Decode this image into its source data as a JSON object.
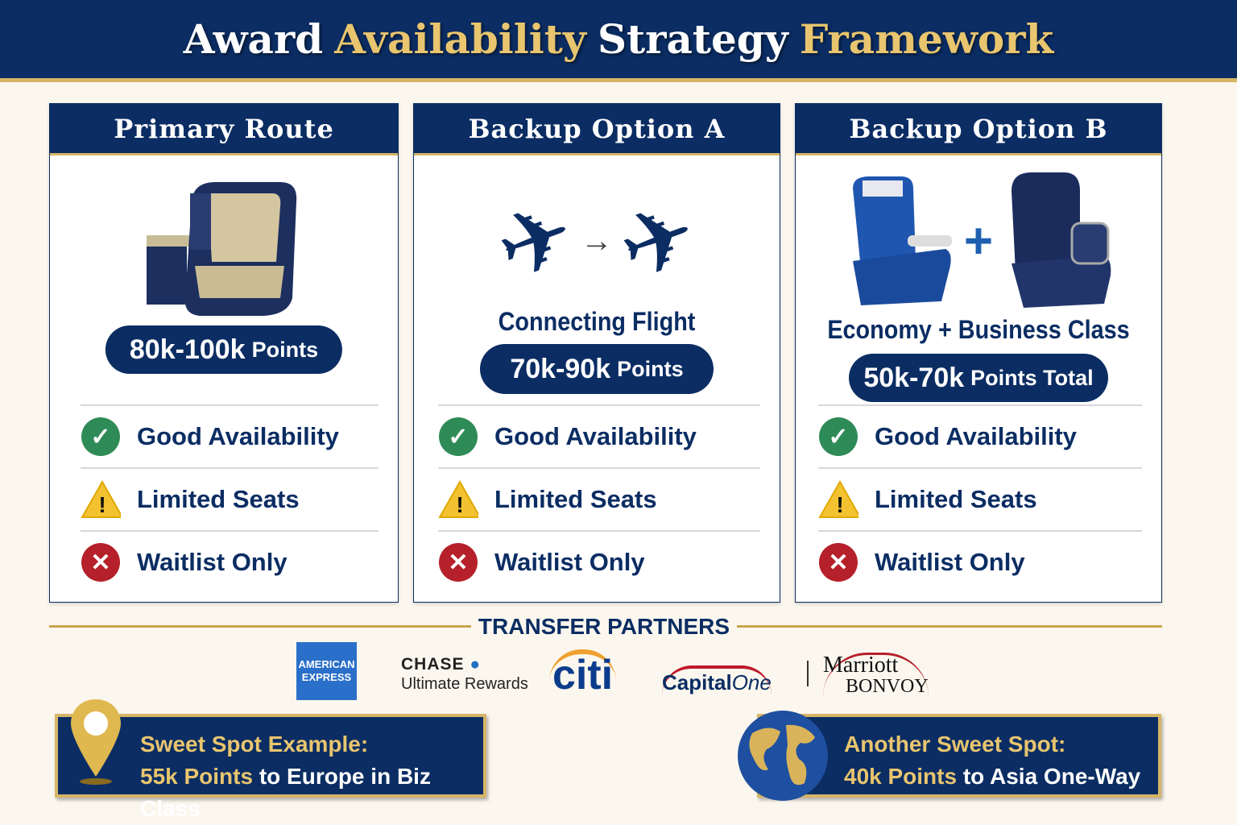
{
  "title": {
    "part1": "Award",
    "part2": "Availability",
    "part3": "Strategy",
    "part4": "Framework"
  },
  "colors": {
    "navy": "#0b2d63",
    "gold": "#d6b566",
    "good": "#2e8b57",
    "limited": "#f2c230",
    "waitlist": "#b5202a"
  },
  "cards": [
    {
      "title": "Primary Route",
      "illustration": "business-seat-icon",
      "subtitle": "",
      "points_value": "80k-100k",
      "points_unit": "Points",
      "statuses": [
        {
          "label": "Good Availability",
          "icon": "check-circle-icon"
        },
        {
          "label": "Limited Seats",
          "icon": "warning-icon"
        },
        {
          "label": "Waitlist Only",
          "icon": "x-circle-icon"
        }
      ]
    },
    {
      "title": "Backup Option A",
      "illustration": "connecting-planes-icon",
      "subtitle": "Connecting Flight",
      "points_value": "70k-90k",
      "points_unit": "Points",
      "statuses": [
        {
          "label": "Good Availability",
          "icon": "check-circle-icon"
        },
        {
          "label": "Limited Seats",
          "icon": "warning-icon"
        },
        {
          "label": "Waitlist Only",
          "icon": "x-circle-icon"
        }
      ]
    },
    {
      "title": "Backup Option B",
      "illustration": "economy-plus-business-seat-icon",
      "subtitle": "Economy + Business Class",
      "points_value": "50k-70k",
      "points_unit": "Points Total",
      "statuses": [
        {
          "label": "Good Availability",
          "icon": "check-circle-icon"
        },
        {
          "label": "Limited Seats",
          "icon": "warning-icon"
        },
        {
          "label": "Waitlist Only",
          "icon": "x-circle-icon"
        }
      ]
    }
  ],
  "transfer_partners": {
    "title": "TRANSFER PARTNERS",
    "logos": {
      "amex": [
        "AMERICAN",
        "EXPRESS"
      ],
      "chase": [
        "CHASE",
        "Ultimate Rewards"
      ],
      "citi": "citi",
      "capital_one": [
        "Capital",
        "One"
      ],
      "marriott": [
        "Marriott",
        "BONVOY"
      ]
    }
  },
  "sweet_spots": [
    {
      "line1": "Sweet Spot Example:",
      "line2_highlight": "55k Points",
      "line2_rest": "to Europe in Biz Class",
      "icon": "map-pin-icon"
    },
    {
      "line1": "Another Sweet Spot:",
      "line2_highlight": "40k Points",
      "line2_rest": "to Asia One-Way",
      "icon": "globe-icon"
    }
  ]
}
